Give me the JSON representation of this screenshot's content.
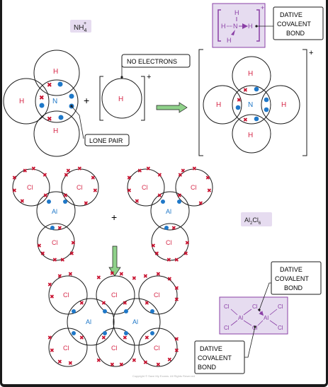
{
  "formulas": {
    "ammonium": {
      "base": "NH",
      "sub": "4",
      "sup": "+"
    },
    "al2cl6": {
      "p1": "Al",
      "s1": "2",
      "p2": "Cl",
      "s2": "6"
    }
  },
  "atoms": {
    "N": "N",
    "H": "H",
    "Al": "Al",
    "Cl": "Cl"
  },
  "symbols": {
    "plus": "+",
    "charge": "+"
  },
  "callouts": {
    "no_electrons": "NO ELECTRONS",
    "lone_pair": "LONE PAIR",
    "dative_top": [
      "DATIVE",
      "COVALENT",
      "BOND"
    ],
    "dative_mid": [
      "DATIVE",
      "COVALENT",
      "BOND"
    ],
    "dative_bottom": [
      "DATIVE",
      "COVALENT",
      "BOND"
    ]
  },
  "footer": "Copyright © Save My Exams. All Rights Reserved",
  "colors": {
    "ink": "#1a1a1a",
    "red_label": "#d62a4a",
    "electron_blue": "#1f78c8",
    "electron_red": "#c8102e",
    "purple": "#8a3fa6",
    "lavender": "#e6dcf0",
    "arrow_green": "#8fd18a"
  }
}
